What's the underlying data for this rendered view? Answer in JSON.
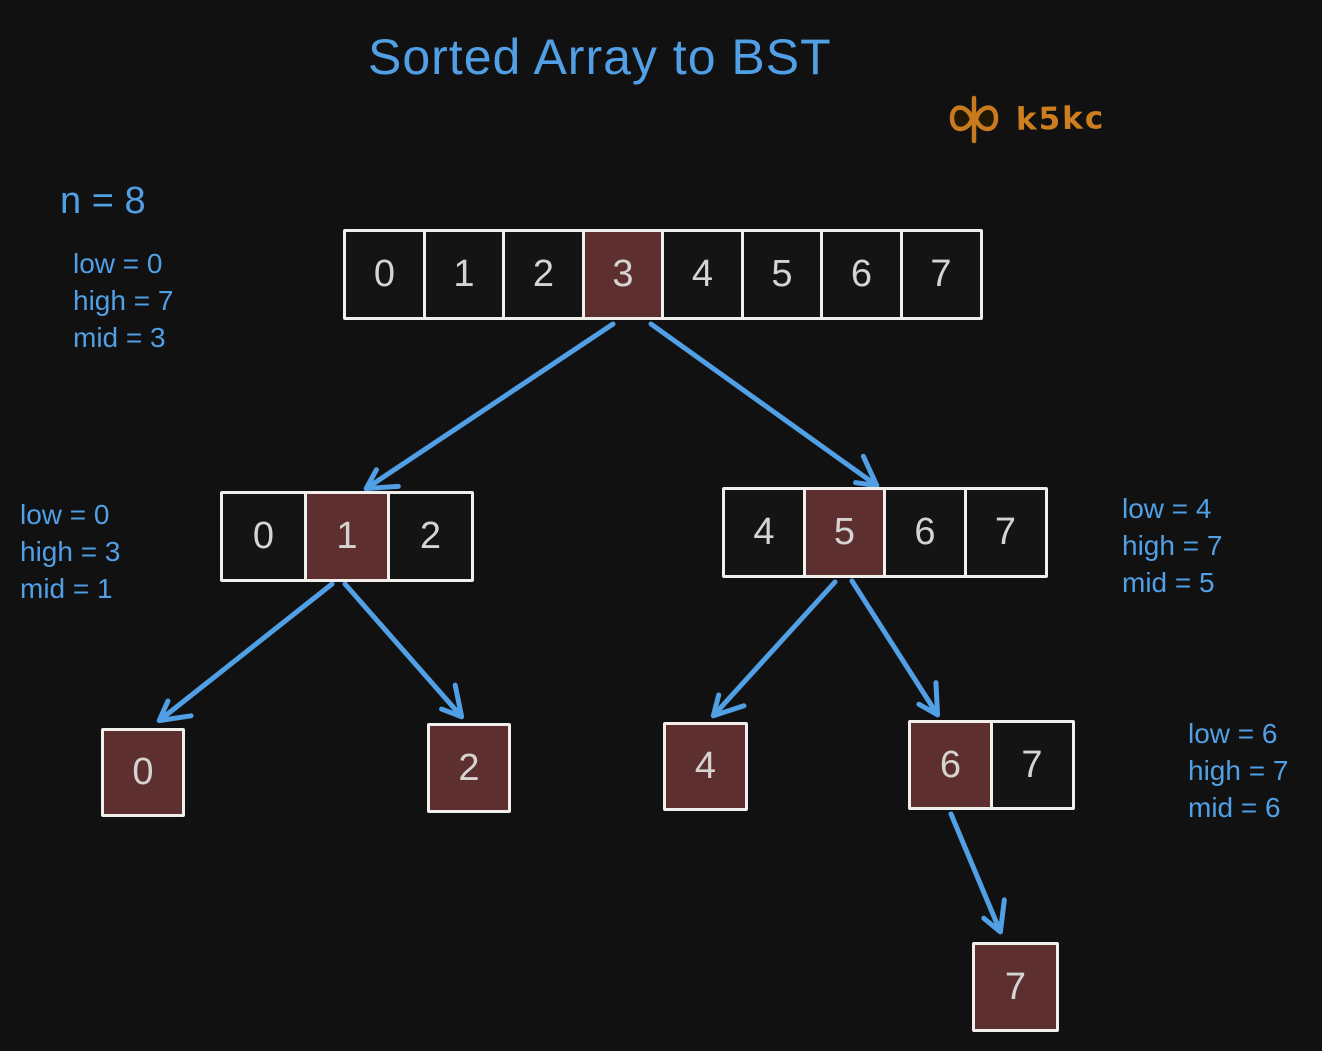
{
  "title": "Sorted Array to BST",
  "brand": {
    "text": "k5kc",
    "icon": "butterfly-infinity-icon"
  },
  "n_label": "n = 8",
  "colors": {
    "background": "#111112",
    "accent_blue": "#519fe4",
    "highlight_red": "#5e2f2f",
    "cell_fill": "#141415",
    "cell_border": "#f1efec",
    "digit": "#d6d4d1",
    "orange": "#cd7e1e"
  },
  "arrays": {
    "root": {
      "cells": [
        "0",
        "1",
        "2",
        "3",
        "4",
        "5",
        "6",
        "7"
      ],
      "highlight_index": 3
    },
    "left": {
      "cells": [
        "0",
        "1",
        "2"
      ],
      "highlight_index": 1
    },
    "right": {
      "cells": [
        "4",
        "5",
        "6",
        "7"
      ],
      "highlight_index": 1
    },
    "leaf0": {
      "cells": [
        "0"
      ],
      "highlight_index": 0
    },
    "leaf2": {
      "cells": [
        "2"
      ],
      "highlight_index": 0
    },
    "leaf4": {
      "cells": [
        "4"
      ],
      "highlight_index": 0
    },
    "arr67": {
      "cells": [
        "6",
        "7"
      ],
      "highlight_index": 0
    },
    "leaf7": {
      "cells": [
        "7"
      ],
      "highlight_index": 0
    }
  },
  "annotations": {
    "root": {
      "lines": [
        "low = 0",
        "high = 7",
        "mid = 3"
      ]
    },
    "left_sub": {
      "lines": [
        "low = 0",
        "high = 3",
        "mid = 1"
      ]
    },
    "right_sub": {
      "lines": [
        "low = 4",
        "high = 7",
        "mid = 5"
      ]
    },
    "right_right": {
      "lines": [
        "low = 6",
        "high = 7",
        "mid = 6"
      ]
    }
  }
}
